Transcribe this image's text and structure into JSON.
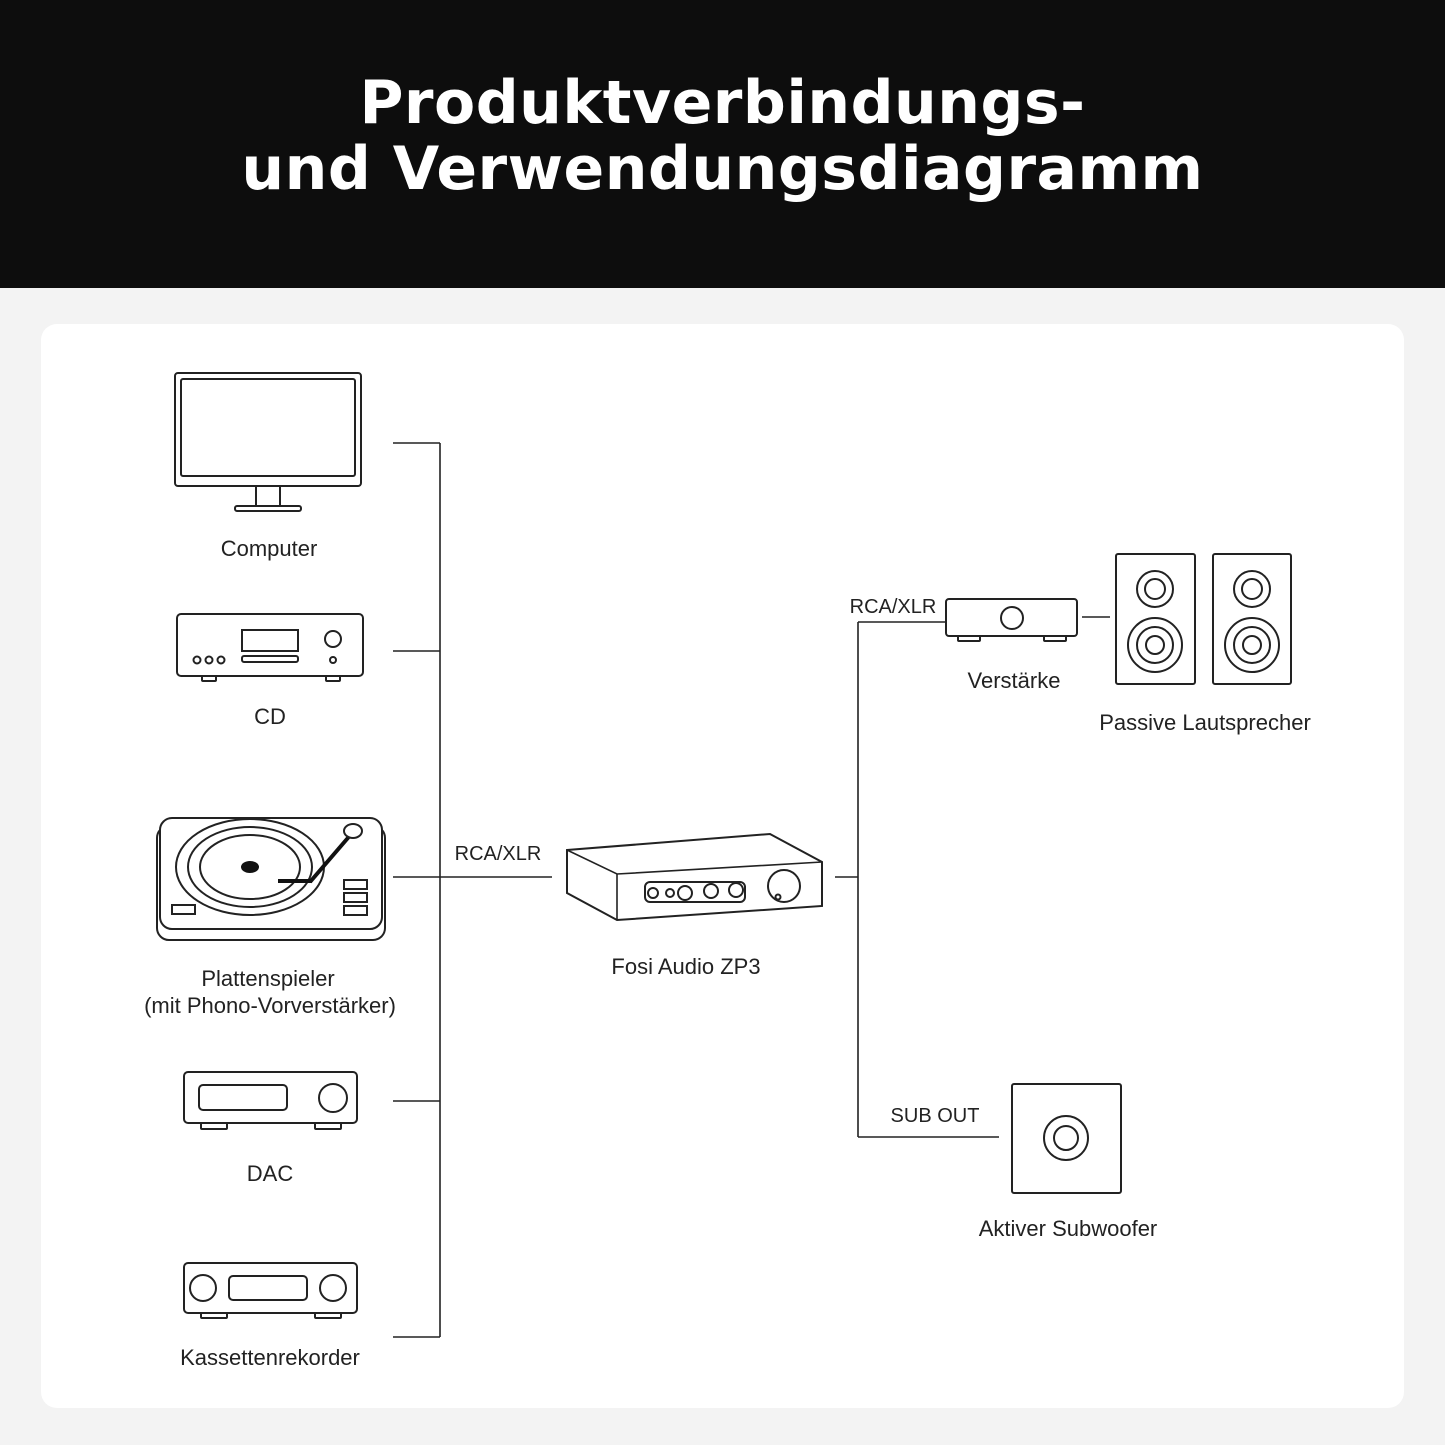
{
  "header": {
    "title_line1": "Produktverbindungs-",
    "title_line2": "und Verwendungsdiagramm"
  },
  "sources": [
    {
      "label": "Computer"
    },
    {
      "label": "CD"
    },
    {
      "label": "Plattenspieler",
      "label2": "(mit Phono-Vorverstärker)"
    },
    {
      "label": "DAC"
    },
    {
      "label": "Kassettenrekorder"
    }
  ],
  "connections": {
    "input": "RCA/XLR",
    "amp_out": "RCA/XLR",
    "sub_out": "SUB OUT"
  },
  "center_device": {
    "label": "Fosi Audio ZP3"
  },
  "outputs": {
    "amplifier": "Verstärke",
    "speakers": "Passive Lautsprecher",
    "subwoofer": "Aktiver Subwoofer"
  }
}
